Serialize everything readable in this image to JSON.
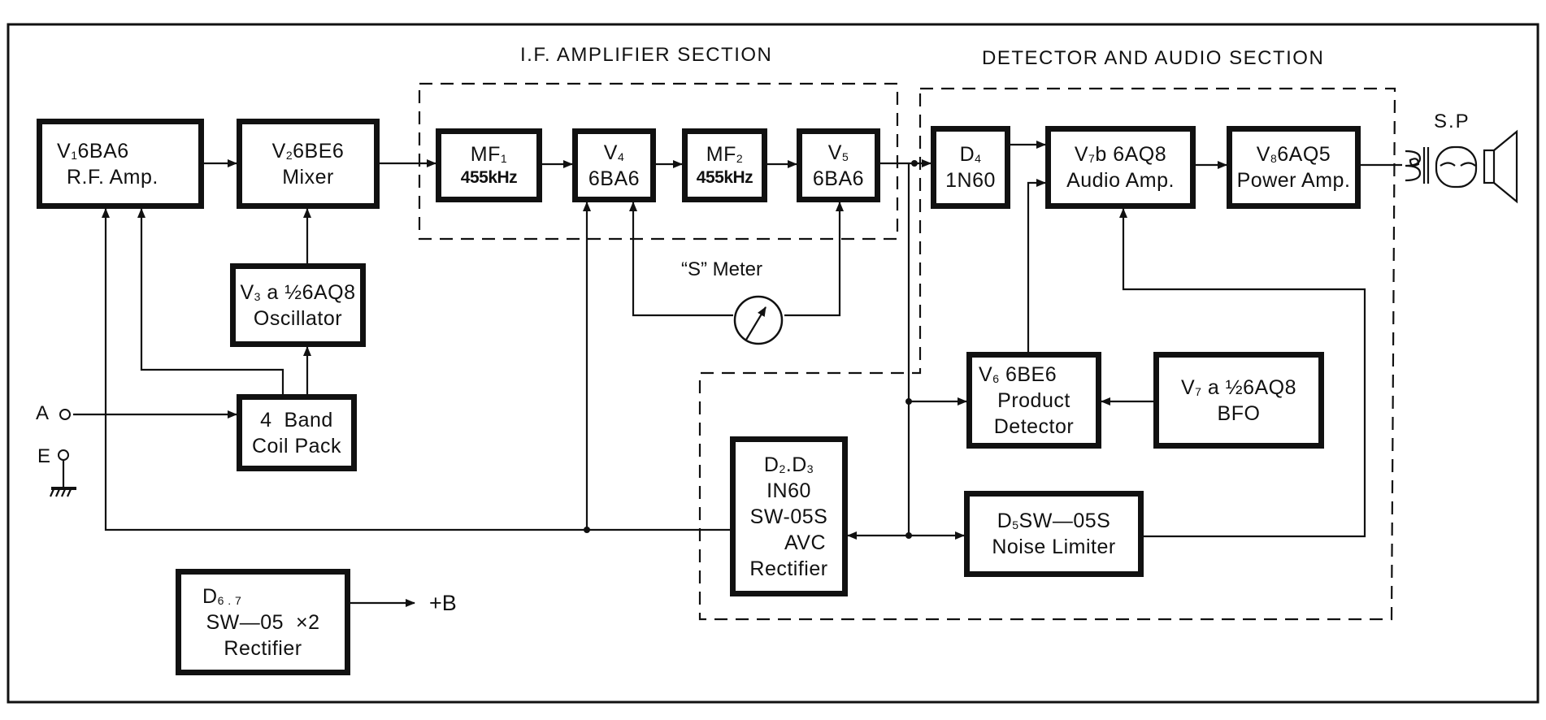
{
  "sections": {
    "if_amplifier": "I.F. AMPLIFIER SECTION",
    "detector_audio": "DETECTOR AND AUDIO SECTION"
  },
  "blocks": {
    "v1": {
      "tube": "V",
      "sub": "1",
      "type": "6BA6",
      "function": "R.F. Amp."
    },
    "v2": {
      "tube": "V",
      "sub": "2",
      "type": "6BE6",
      "function": "Mixer"
    },
    "v3": {
      "tube": "V",
      "sub": "3",
      "type": "a ½6AQ8",
      "function": "Oscillator"
    },
    "coil": {
      "line1": "4  Band",
      "line2": "Coil Pack"
    },
    "d67": {
      "tube": "D",
      "sub": "6 . 7",
      "type": "SW—05  ×2",
      "function": "Rectifier"
    },
    "mf1": {
      "tube": "MF",
      "sub": "1",
      "freq": "455kHz"
    },
    "v4": {
      "tube": "V",
      "sub": "4",
      "type": "6BA6"
    },
    "mf2": {
      "tube": "MF",
      "sub": "2",
      "freq": "455kHz"
    },
    "v5": {
      "tube": "V",
      "sub": "5",
      "type": "6BA6"
    },
    "d4": {
      "tube": "D",
      "sub": "4",
      "type": "1N60"
    },
    "v7b": {
      "tube": "V",
      "sub": "7",
      "type": "b 6AQ8",
      "function": "Audio Amp."
    },
    "v8": {
      "tube": "V",
      "sub": "8",
      "type": "6AQ5",
      "function": "Power Amp."
    },
    "v6": {
      "tube": "V",
      "sub": "6",
      "type": "6BE6",
      "function1": "Product",
      "function2": "Detector"
    },
    "v7a": {
      "tube": "V",
      "sub": "7",
      "type": "a ½6AQ8",
      "function": "BFO"
    },
    "d2d3": {
      "tube1": "D",
      "sub1": "2",
      "tube2": ".D",
      "sub2": "3",
      "type1": "IN60",
      "type2": "SW-05S",
      "function1": "AVC",
      "function2": "Rectifier"
    },
    "d5": {
      "tube": "D",
      "sub": "5",
      "type": "SW—05S",
      "function": "Noise Limiter"
    }
  },
  "labels": {
    "antenna": "A",
    "earth": "E",
    "s_meter": "“S” Meter",
    "b_plus": "+B",
    "speaker": "S.P"
  }
}
